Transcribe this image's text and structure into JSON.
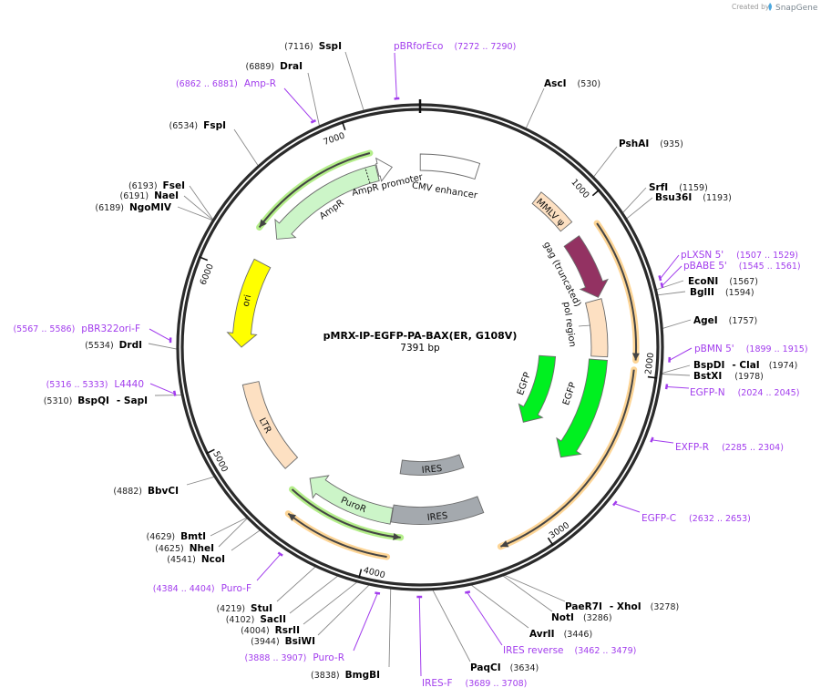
{
  "watermark": {
    "created_by": "Created by",
    "brand": "SnapGene"
  },
  "plasmid": {
    "name": "pMRX-IP-EGFP-PA-BAX(ER, G108V)",
    "length_label": "7391 bp",
    "length": 7391
  },
  "ticks": [
    "1000",
    "2000",
    "3000",
    "4000",
    "5000",
    "6000",
    "7000"
  ],
  "features": [
    {
      "name": "CMV enhancer",
      "start": 1,
      "end": 370,
      "color": "#ffffff"
    },
    {
      "name": "AmpR promoter",
      "start": 7114,
      "end": 7210,
      "color": "#ffffff"
    },
    {
      "name": "AmpR",
      "start": 6303,
      "end": 7108,
      "color": "#ccf5c8"
    },
    {
      "name": "ori",
      "start": 5543,
      "end": 6118,
      "color": "#ffff00"
    },
    {
      "name": "LTR",
      "start": 4681,
      "end": 5297,
      "color": "#fde0c2"
    },
    {
      "name": "PuroR",
      "start": 3893,
      "end": 4517,
      "color": "#ccf5c8"
    },
    {
      "name": "IRES",
      "start": 3285,
      "end": 3880,
      "color": "#a4a9ae"
    },
    {
      "name": "IRES",
      "start": 3264,
      "end": 3890,
      "color": "#a4a9ae"
    },
    {
      "name": "EGFP",
      "start": 1930,
      "end": 2587,
      "color": "#00f020"
    },
    {
      "name": "EGFP",
      "start": 1930,
      "end": 2628,
      "color": "#00f020"
    },
    {
      "name": "pol region",
      "start": 1540,
      "end": 1909,
      "color": "#fde0c2"
    },
    {
      "name": "gag (truncated)",
      "start": 1129,
      "end": 1527,
      "color": "#933262"
    },
    {
      "name": "MMLV ψ",
      "start": 780,
      "end": 1037,
      "color": "#fde0c2"
    }
  ],
  "highlights": [
    {
      "start": 6297,
      "end": 7093,
      "color": "#b4ee8a"
    },
    {
      "start": 1129,
      "end": 1920,
      "color": "#fdd596"
    },
    {
      "start": 1971,
      "end": 3244,
      "color": "#fdd596"
    },
    {
      "start": 3880,
      "end": 4484,
      "color": "#fdd596"
    },
    {
      "start": 3815,
      "end": 4558,
      "color": "#b4ee8a"
    }
  ],
  "sites": [
    {
      "name": "SspI",
      "pos": "(7116)"
    },
    {
      "name": "DraI",
      "pos": "(6889)"
    },
    {
      "name": "FspI",
      "pos": "(6534)"
    },
    {
      "name": "FseI",
      "pos": "(6193)"
    },
    {
      "name": "NaeI",
      "pos": "(6191)"
    },
    {
      "name": "NgoMIV",
      "pos": "(6189)"
    },
    {
      "name": "DrdI",
      "pos": "(5534)"
    },
    {
      "name": "BspQI",
      "alias": "- SapI",
      "pos": "(5310)"
    },
    {
      "name": "BbvCI",
      "pos": "(4882)"
    },
    {
      "name": "BmtI",
      "pos": "(4629)"
    },
    {
      "name": "NheI",
      "pos": "(4625)"
    },
    {
      "name": "NcoI",
      "pos": "(4541)"
    },
    {
      "name": "StuI",
      "pos": "(4219)"
    },
    {
      "name": "SacII",
      "pos": "(4102)"
    },
    {
      "name": "RsrII",
      "pos": "(4004)"
    },
    {
      "name": "BsiWI",
      "pos": "(3944)"
    },
    {
      "name": "BmgBI",
      "pos": "(3838)"
    },
    {
      "name": "PaqCI",
      "pos": "(3634)"
    },
    {
      "name": "AvrII",
      "pos": "(3446)"
    },
    {
      "name": "NotI",
      "pos": "(3286)"
    },
    {
      "name": "PaeR7I",
      "alias": "- XhoI",
      "pos": "(3278)"
    },
    {
      "name": "BstXI",
      "pos": "(1978)"
    },
    {
      "name": "BspDI",
      "alias": "- ClaI",
      "pos": "(1974)"
    },
    {
      "name": "AgeI",
      "pos": "(1757)"
    },
    {
      "name": "BglII",
      "pos": "(1594)"
    },
    {
      "name": "EcoNI",
      "pos": "(1567)"
    },
    {
      "name": "Bsu36I",
      "pos": "(1193)"
    },
    {
      "name": "SrfI",
      "pos": "(1159)"
    },
    {
      "name": "PshAI",
      "pos": "(935)"
    },
    {
      "name": "AscI",
      "pos": "(530)"
    }
  ],
  "primers": [
    {
      "name": "pBRforEco",
      "range": "(7272 .. 7290)"
    },
    {
      "name": "Amp-R",
      "range": "(6862 .. 6881)"
    },
    {
      "name": "pBR322ori-F",
      "range": "(5567 .. 5586)"
    },
    {
      "name": "L4440",
      "range": "(5316 .. 5333)"
    },
    {
      "name": "Puro-F",
      "range": "(4384 .. 4404)"
    },
    {
      "name": "Puro-R",
      "range": "(3888 .. 3907)"
    },
    {
      "name": "IRES-F",
      "range": "(3689 .. 3708)"
    },
    {
      "name": "IRES reverse",
      "range": "(3462 .. 3479)"
    },
    {
      "name": "EGFP-C",
      "range": "(2632 .. 2653)"
    },
    {
      "name": "EXFP-R",
      "range": "(2285 .. 2304)"
    },
    {
      "name": "EGFP-N",
      "range": "(2024 .. 2045)"
    },
    {
      "name": "pBMN 5'",
      "range": "(1899 .. 1915)"
    },
    {
      "name": "pBABE 5'",
      "range": "(1545 .. 1561)"
    },
    {
      "name": "pLXSN 5'",
      "range": "(1507 .. 1529)"
    }
  ]
}
